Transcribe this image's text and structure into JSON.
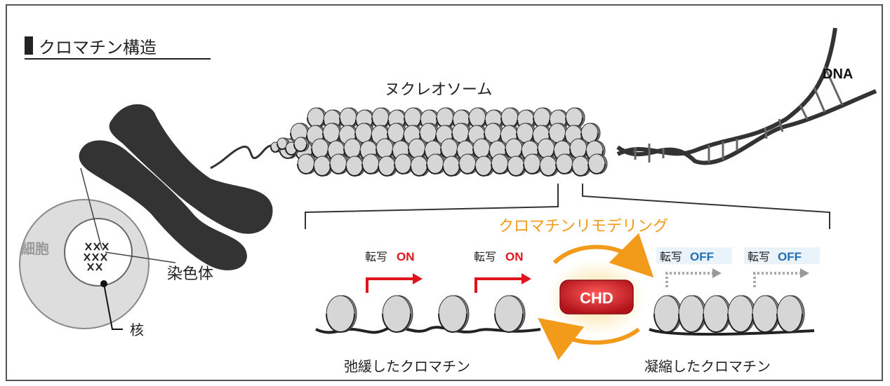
{
  "title": "クロマチン構造",
  "labels": {
    "nucleosome": "ヌクレオソーム",
    "dna": "DNA",
    "cell": "細胞",
    "chromosome": "染色体",
    "nucleus": "核",
    "remodeling": "クロマチンリモデリング",
    "chd": "CHD",
    "relaxed": "弛緩したクロマチン",
    "condensed": "凝縮したクロマチン"
  },
  "transcription": [
    {
      "label": "転写",
      "state": "ON"
    },
    {
      "label": "転写",
      "state": "ON"
    },
    {
      "label": "転写",
      "state": "OFF"
    },
    {
      "label": "転写",
      "state": "OFF"
    }
  ],
  "colors": {
    "on": "#e0141c",
    "off": "#1f6fb5",
    "remodeling": "#f29a1a",
    "chd_fill": "#d8232a",
    "chromosome": "#333333",
    "cell_fill": "#dddddd",
    "frame": "#555555"
  }
}
